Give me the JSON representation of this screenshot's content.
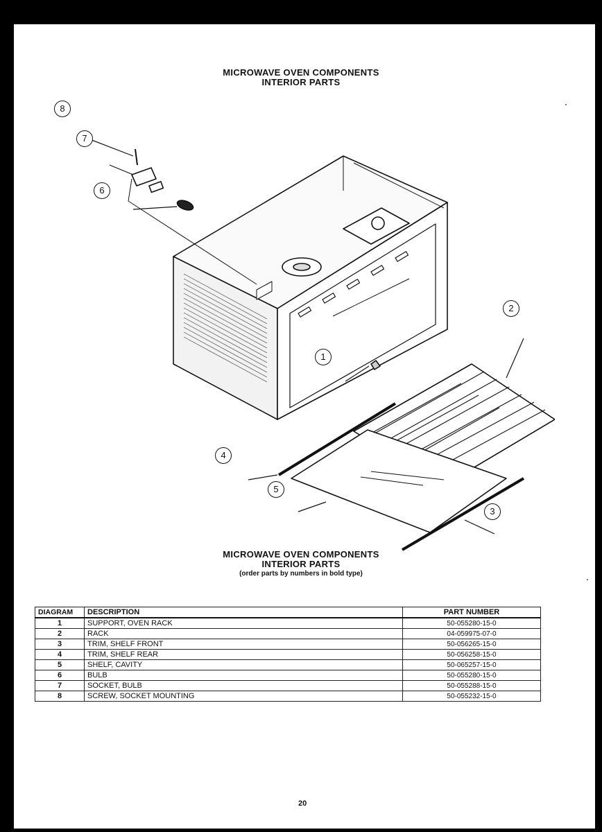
{
  "header": {
    "title_line1": "MICROWAVE OVEN COMPONENTS",
    "title_line2": "INTERIOR PARTS"
  },
  "diagram": {
    "callouts": [
      "1",
      "2",
      "3",
      "4",
      "5",
      "6",
      "7",
      "8"
    ]
  },
  "table_header": {
    "title_line1": "MICROWAVE OVEN COMPONENTS",
    "title_line2": "INTERIOR PARTS",
    "subtitle": "(order parts by numbers in bold type)"
  },
  "parts_table": {
    "columns": [
      "DIAGRAM",
      "DESCRIPTION",
      "PART NUMBER"
    ],
    "rows": [
      {
        "diagram": "1",
        "description": "SUPPORT, OVEN RACK",
        "part_number": "50-055280-15-0"
      },
      {
        "diagram": "2",
        "description": "RACK",
        "part_number": "04-059975-07-0"
      },
      {
        "diagram": "3",
        "description": "TRIM, SHELF FRONT",
        "part_number": "50-056265-15-0"
      },
      {
        "diagram": "4",
        "description": "TRIM, SHELF REAR",
        "part_number": "50-056258-15-0"
      },
      {
        "diagram": "5",
        "description": "SHELF, CAVITY",
        "part_number": "50-065257-15-0"
      },
      {
        "diagram": "6",
        "description": "BULB",
        "part_number": "50-055280-15-0"
      },
      {
        "diagram": "7",
        "description": "SOCKET, BULB",
        "part_number": "50-055288-15-0"
      },
      {
        "diagram": "8",
        "description": "SCREW, SOCKET MOUNTING",
        "part_number": "50-055232-15-0"
      }
    ]
  },
  "footer": {
    "page_number": "20"
  }
}
